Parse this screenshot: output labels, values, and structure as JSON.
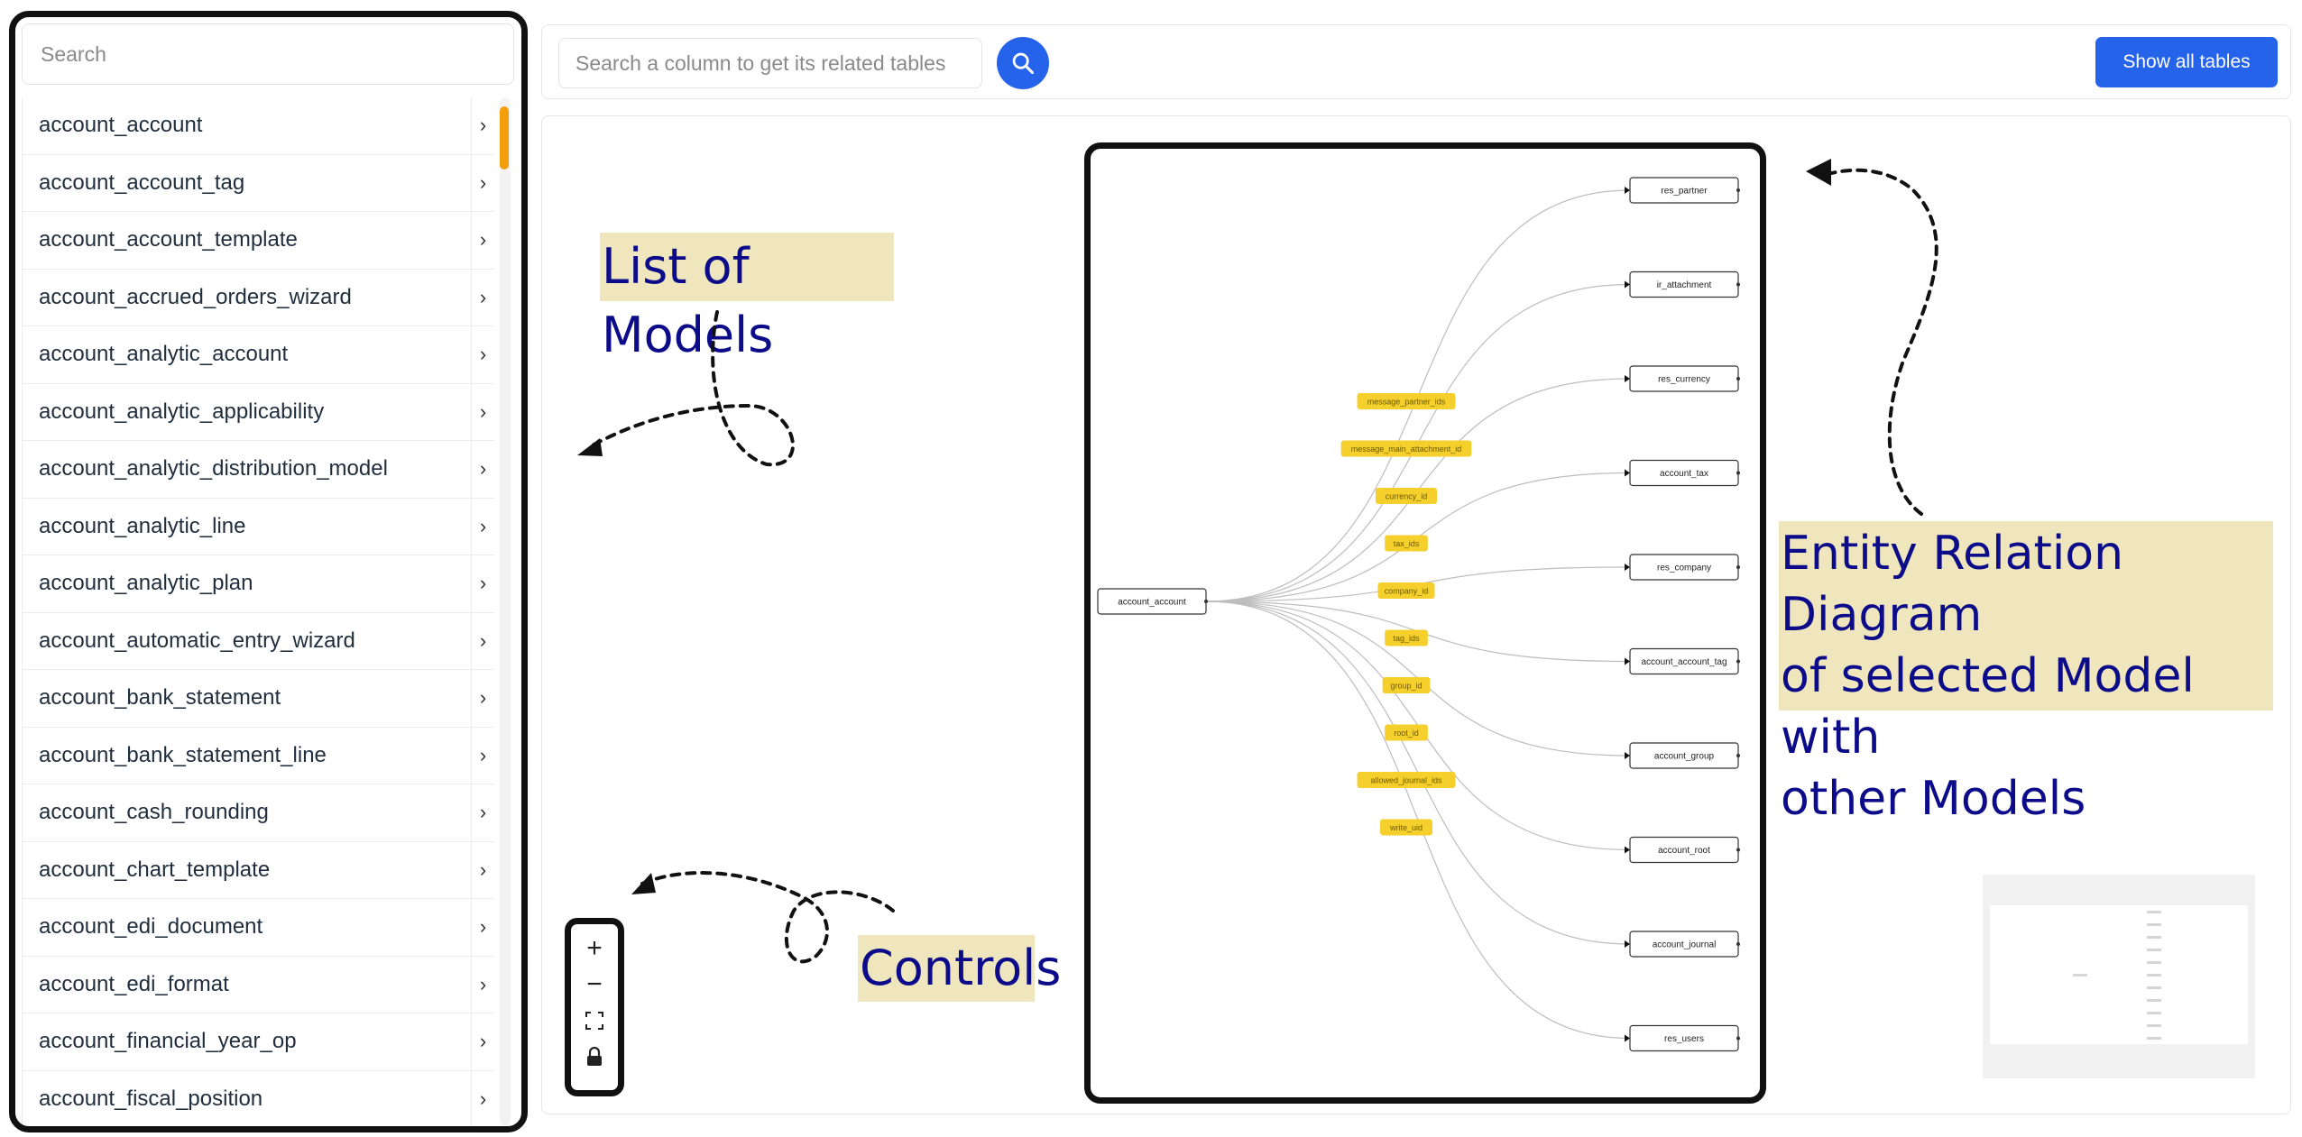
{
  "sidebar": {
    "search_placeholder": "Search",
    "models": [
      "account_account",
      "account_account_tag",
      "account_account_template",
      "account_accrued_orders_wizard",
      "account_analytic_account",
      "account_analytic_applicability",
      "account_analytic_distribution_model",
      "account_analytic_line",
      "account_analytic_plan",
      "account_automatic_entry_wizard",
      "account_bank_statement",
      "account_bank_statement_line",
      "account_cash_rounding",
      "account_chart_template",
      "account_edi_document",
      "account_edi_format",
      "account_financial_year_op",
      "account_fiscal_position"
    ],
    "chevron": "›"
  },
  "topbar": {
    "column_search_placeholder": "Search a column to get its related tables",
    "search_icon": "search-icon",
    "show_all_label": "Show all tables"
  },
  "annotations": {
    "models": "List of Models",
    "controls": "Controls",
    "erd_line1": "Entity Relation Diagram",
    "erd_line2": "of selected Model with",
    "erd_line3": "other Models"
  },
  "controls": {
    "zoom_in": "+",
    "zoom_out": "−",
    "fit_icon": "fit-view-icon",
    "lock_icon": "lock-icon"
  },
  "erd": {
    "source": "account_account",
    "targets": [
      "res_partner",
      "ir_attachment",
      "res_currency",
      "account_tax",
      "res_company",
      "account_account_tag",
      "account_group",
      "account_root",
      "account_journal",
      "res_users"
    ],
    "edges": [
      "message_partner_ids",
      "message_main_attachment_id",
      "currency_id",
      "tax_ids",
      "company_id",
      "tag_ids",
      "group_id",
      "root_id",
      "allowed_journal_ids",
      "write_uid"
    ],
    "label_color": "#f5cf2b"
  },
  "colors": {
    "accent": "#2563eb",
    "scroll_thumb": "#f59e0b",
    "annotation_bg": "#efe6bd",
    "annotation_text": "#0c0c8a"
  }
}
